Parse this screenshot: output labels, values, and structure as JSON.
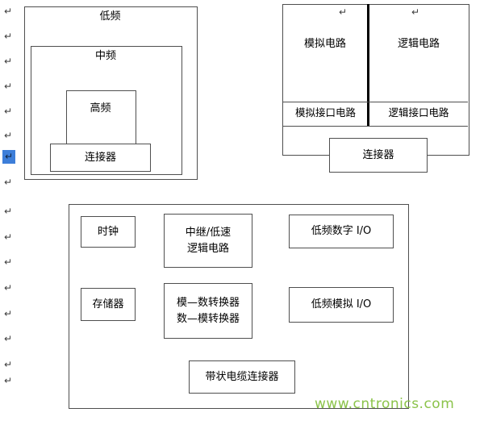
{
  "formatting_marks": {
    "glyph": "↵",
    "left_margin_ys": [
      8,
      39,
      70,
      101,
      132,
      162,
      186,
      220,
      256,
      288,
      319,
      351,
      383,
      414,
      446,
      466
    ],
    "highlighted_index": 6,
    "highlight_color": "#3d7ed9"
  },
  "nested_diagram": {
    "outer_label": "低频",
    "middle_label": "中频",
    "inner_label": "高频",
    "connector_label": "连接器"
  },
  "split_diagram": {
    "cell_top_left": "模拟电路",
    "cell_top_right": "逻辑电路",
    "cell_bottom_left": "模拟接口电路",
    "cell_bottom_right": "逻辑接口电路",
    "connector_label": "连接器"
  },
  "board_diagram": {
    "clock": "时钟",
    "relay_logic": [
      "中继/低速",
      "逻辑电路"
    ],
    "lowfreq_digital_io": "低频数字 I/O",
    "memory": "存储器",
    "converters": [
      "模—数转换器",
      "数—模转换器"
    ],
    "lowfreq_analog_io": "低频模拟 I/O",
    "ribbon_connector": "带状电缆连接器"
  },
  "watermark": {
    "text": "www.cntronics.com",
    "color": "#8bc34a"
  }
}
